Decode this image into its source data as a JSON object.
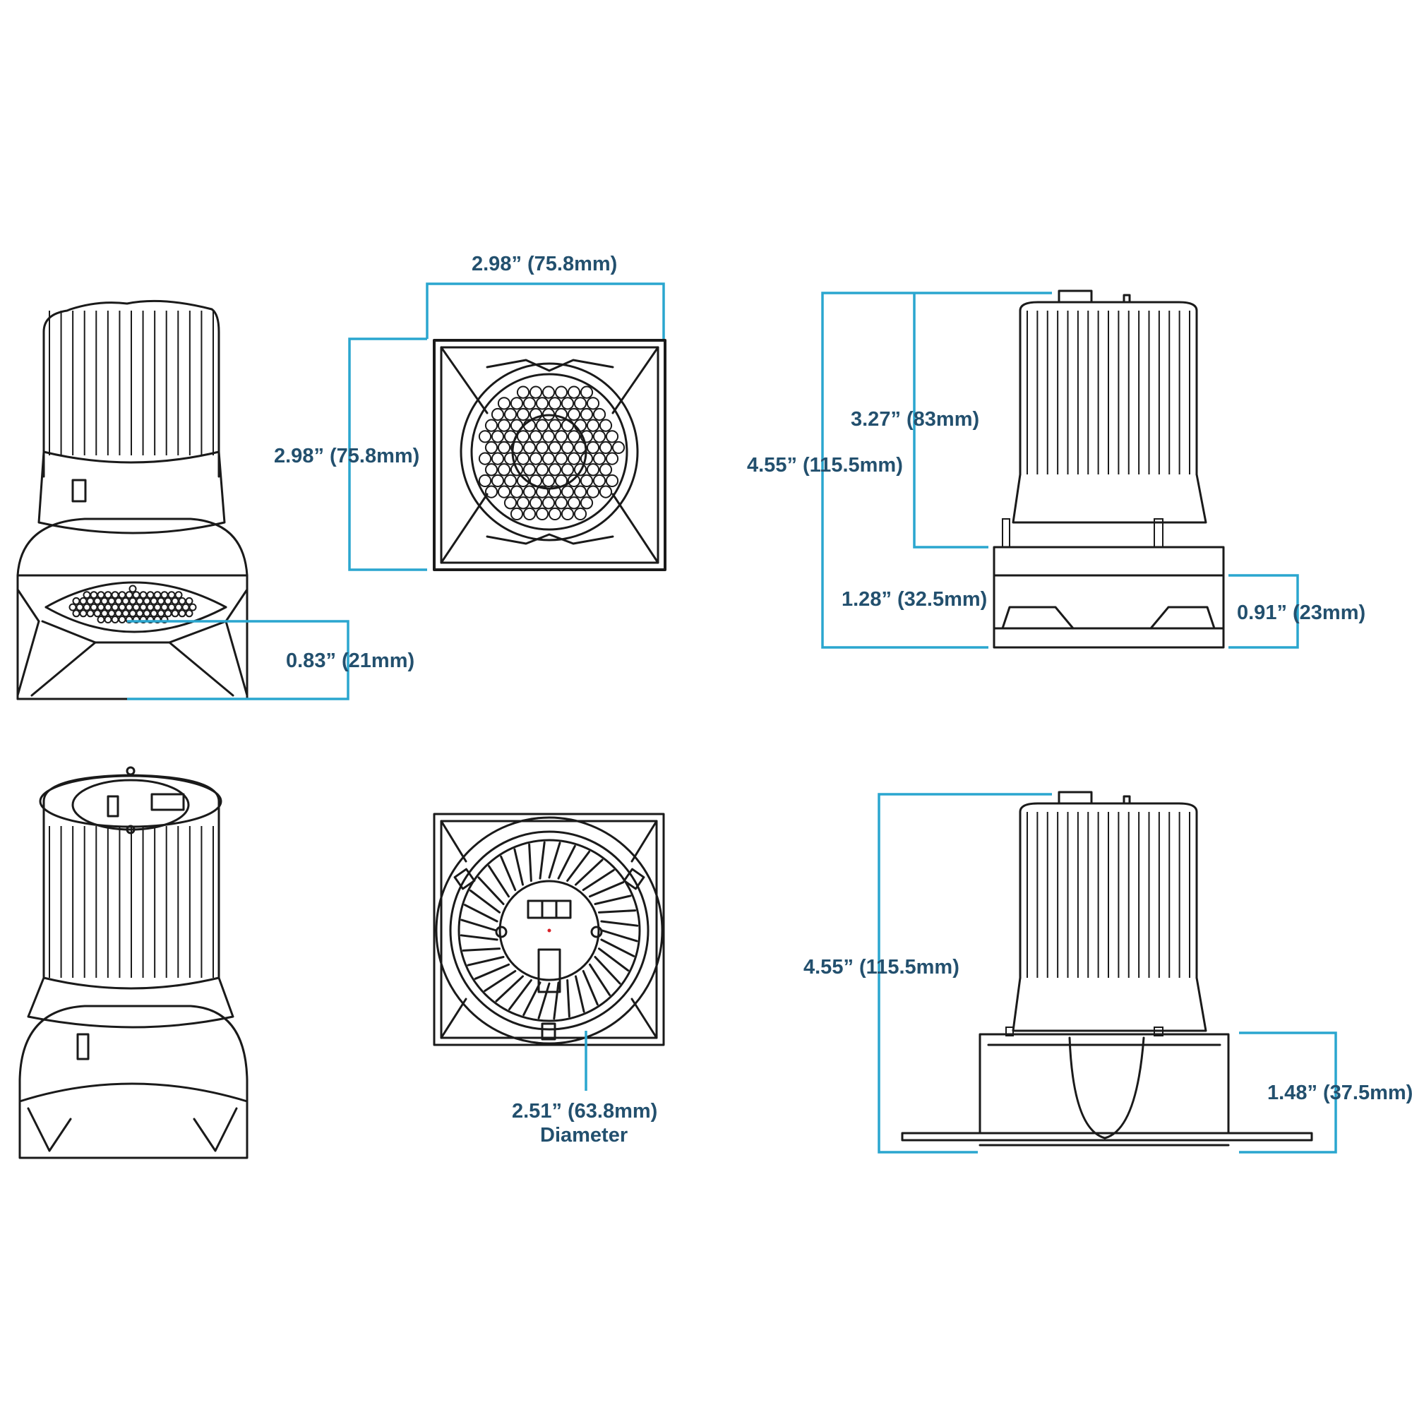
{
  "colors": {
    "line_art": "#1a1a1a",
    "dimension_line": "#2aa6cf",
    "dimension_text": "#23506e",
    "indicator_dot": "#d9232a"
  },
  "dimensions": {
    "top_width": "2.98” (75.8mm)",
    "top_height": "2.98” (75.8mm)",
    "trim_depth": "0.83” (21mm)",
    "side_body_height": "3.27” (83mm)",
    "side_total_height": "4.55” (115.5mm)",
    "side_lower_height": "1.28” (32.5mm)",
    "side_trim_height": "0.91” (23mm)",
    "bottom_total_height": "4.55” (115.5mm)",
    "bottom_flange_height": "1.48” (37.5mm)",
    "back_diameter": "2.51” (63.8mm)",
    "back_diameter_caption": "Diameter"
  }
}
